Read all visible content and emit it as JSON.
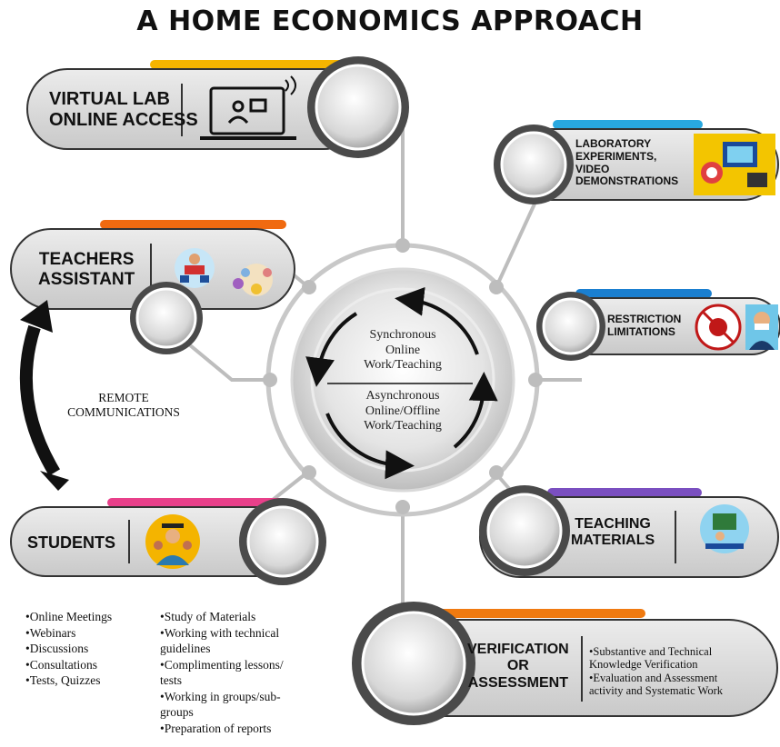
{
  "title": "A HOME ECONOMICS APPROACH",
  "center": {
    "top_lines": [
      "Synchronous",
      "Online",
      "Work/Teaching"
    ],
    "bottom_lines": [
      "Asynchronous",
      "Online/Offline",
      "Work/Teaching"
    ]
  },
  "nodes": {
    "virtual_lab": {
      "lines": [
        "VIRTUAL LAB",
        "ONLINE ACCESS"
      ],
      "accent": "#f5b400",
      "icon": "laptop-presentation-icon"
    },
    "teachers_assistant": {
      "lines": [
        "TEACHERS",
        "ASSISTANT"
      ],
      "accent": "#f06a10",
      "icon": "classroom-icon"
    },
    "students": {
      "lines": [
        "STUDENTS"
      ],
      "accent": "#e8408a",
      "icon": "graduates-icon"
    },
    "lab_experiments": {
      "lines": [
        "LABORATORY",
        "EXPERIMENTS,",
        "VIDEO",
        "DEMONSTRATIONS"
      ],
      "accent": "#28a8e0",
      "icon": "video-demonstration-icon"
    },
    "restriction": {
      "lines": [
        "RESTRICTION",
        "LIMITATIONS"
      ],
      "accent": "#1a7fd0",
      "icon": "virus-mask-icon"
    },
    "teaching_materials": {
      "lines": [
        "TEACHING",
        "MATERIALS"
      ],
      "accent": "#7a4fc0",
      "icon": "teacher-board-icon"
    },
    "verification": {
      "lines": [
        "VERIFICATION",
        "OR",
        "ASSESSMENT"
      ],
      "accent": "#f07a10",
      "icon": ""
    }
  },
  "remote_communications": [
    "REMOTE",
    "COMMUNICATIONS"
  ],
  "verification_details": [
    "•Substantive and Technical",
    "Knowledge Verification",
    "•Evaluation and Assessment",
    "activity and Systematic Work"
  ],
  "list_left": [
    "•Online Meetings",
    "•Webinars",
    "•Discussions",
    "•Consultations",
    "•Tests, Quizzes"
  ],
  "list_right": [
    "•Study of Materials",
    "•Working with technical",
    "guidelines",
    "•Complimenting lessons/",
    "tests",
    "•Working in groups/sub-",
    "groups",
    "•Preparation of reports"
  ]
}
